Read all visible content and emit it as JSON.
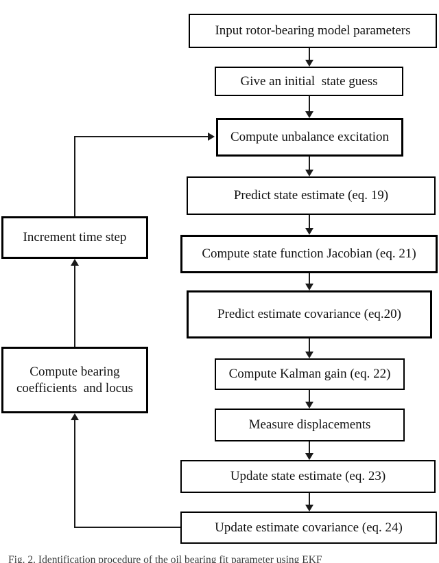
{
  "figure": {
    "background": "#ffffff",
    "box_border_color": "#000000",
    "box_fill_color": "#ffffff",
    "line_color": "#1a1a1a",
    "caption": "Fig. 2.   Identification procedure of the oil bearing fit parameter using EKF"
  },
  "flowchart": {
    "steps": [
      "Input rotor-bearing model parameters",
      "Give an initial  state guess",
      "Compute unbalance excitation",
      "Predict state estimate (eq. 19)",
      "Compute state function Jacobian (eq. 21)",
      "Predict estimate covariance (eq.20)",
      "Compute Kalman gain (eq. 22)",
      "Measure displacements",
      "Update state estimate (eq. 23)",
      "Update estimate covariance (eq. 24)"
    ],
    "loop_steps": [
      "Increment time step",
      "Compute bearing\ncoefficients  and locus"
    ]
  }
}
